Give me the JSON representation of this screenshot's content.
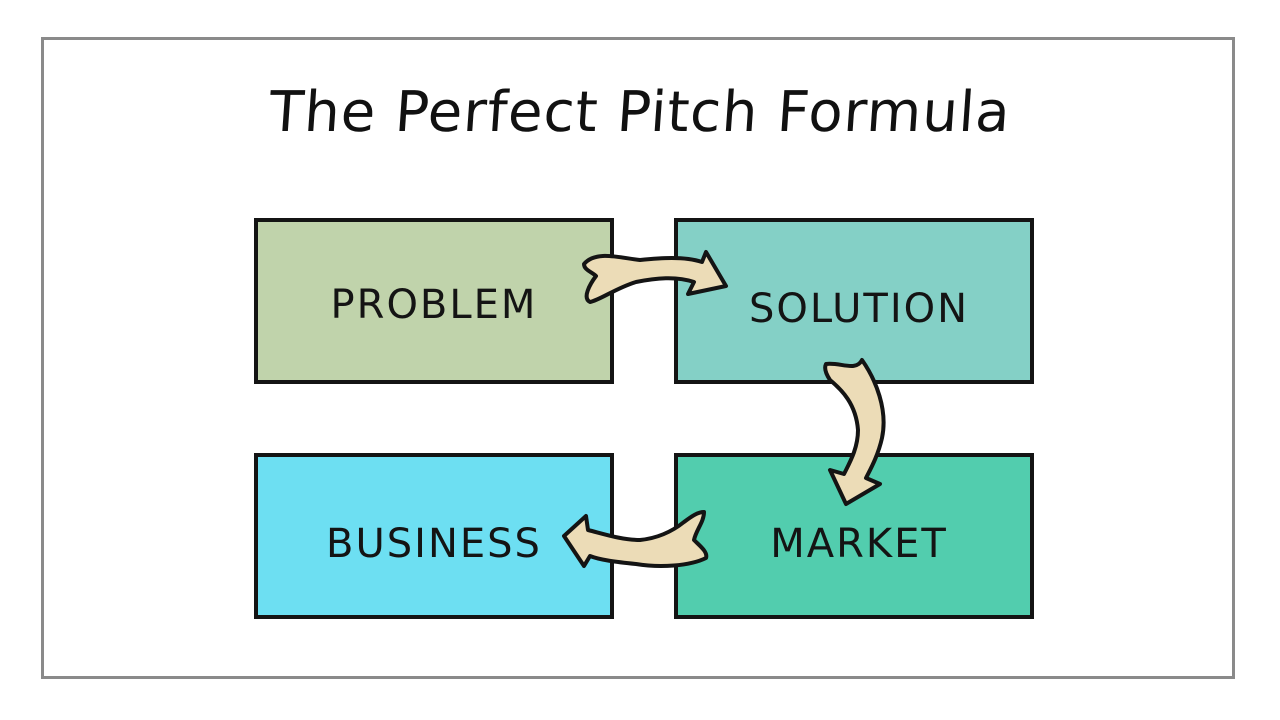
{
  "title": "The Perfect Pitch Formula",
  "steps": [
    {
      "label": "PROBLEM",
      "color": "#c0d3ab"
    },
    {
      "label": "SOLUTION",
      "color": "#84d0c6"
    },
    {
      "label": "MARKET",
      "color": "#52cdae"
    },
    {
      "label": "BUSINESS",
      "color": "#6ddff2"
    }
  ],
  "arrow_color": "#ecdcb7",
  "flow": [
    "PROBLEM",
    "SOLUTION",
    "MARKET",
    "BUSINESS"
  ]
}
